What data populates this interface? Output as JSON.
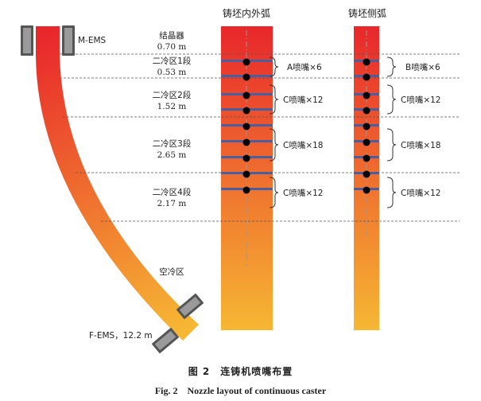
{
  "headers": {
    "inner_outer": "铸坯内外弧",
    "side": "铸坯侧弧"
  },
  "ems": {
    "m": "M-EMS",
    "f": "F-EMS，12.2 m"
  },
  "zones": [
    {
      "name": "结晶器",
      "length": "0.70 m"
    },
    {
      "name": "二冷区1段",
      "length": "0.53 m"
    },
    {
      "name": "二冷区2段",
      "length": "1.52 m"
    },
    {
      "name": "二冷区3段",
      "length": "2.65 m"
    },
    {
      "name": "二冷区4段",
      "length": "2.17 m"
    }
  ],
  "empty_zone": "空冷区",
  "nozzles_inner": [
    "A喷嘴×6",
    "C喷嘴×12",
    "C喷嘴×18",
    "C喷嘴×12"
  ],
  "nozzles_side": [
    "B喷嘴×6",
    "C喷嘴×12",
    "C喷嘴×18",
    "C喷嘴×12"
  ],
  "caption": {
    "cn": "图 2　连铸机喷嘴布置",
    "en": "Fig. 2　Nozzle layout of continuous caster"
  },
  "colors": {
    "hot": "#e8272b",
    "cold": "#f6b733",
    "nozzle_bar": "#4a5fa0",
    "roll": "#5a5a5a"
  }
}
